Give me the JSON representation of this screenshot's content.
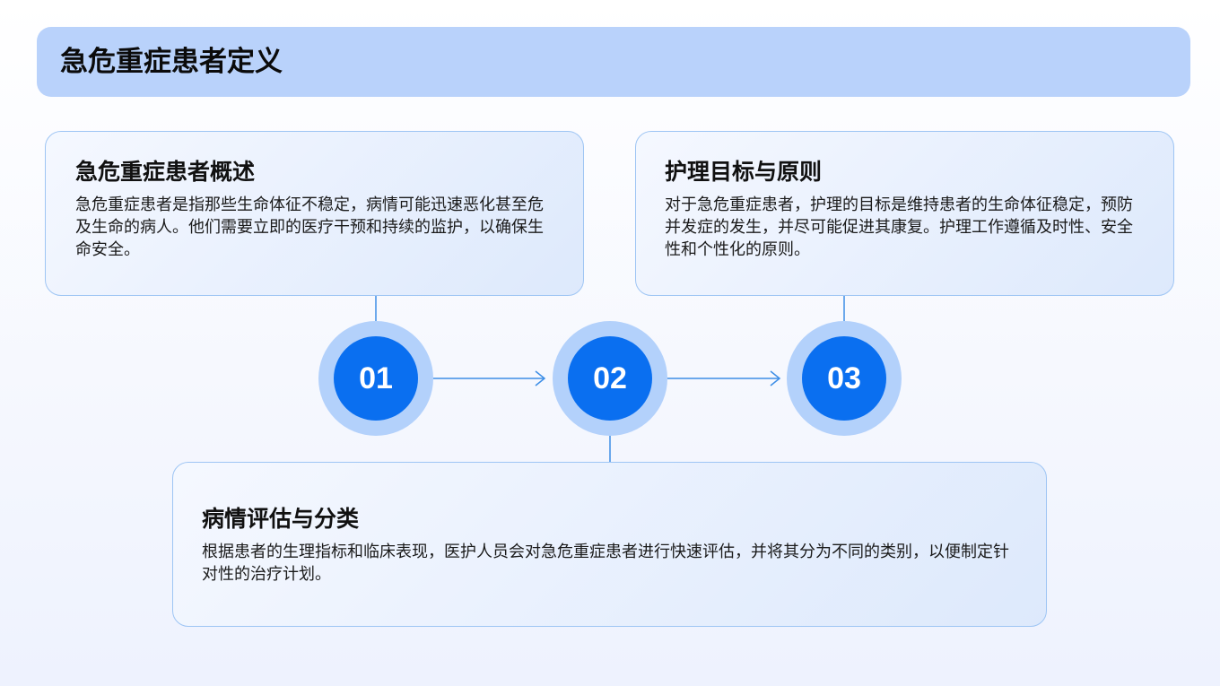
{
  "header": {
    "title": "急危重症患者定义"
  },
  "cards": [
    {
      "title": "急危重症患者概述",
      "body": "急危重症患者是指那些生命体征不稳定，病情可能迅速恶化甚至危及生命的病人。他们需要立即的医疗干预和持续的监护，以确保生命安全。"
    },
    {
      "title": "护理目标与原则",
      "body": "对于急危重症患者，护理的目标是维持患者的生命体征稳定，预防并发症的发生，并尽可能促进其康复。护理工作遵循及时性、安全性和个性化的原则。"
    },
    {
      "title": "病情评估与分类",
      "body": "根据患者的生理指标和临床表现，医护人员会对急危重症患者进行快速评估，并将其分为不同的类别，以便制定针对性的治疗计划。"
    }
  ],
  "steps": [
    "01",
    "02",
    "03"
  ],
  "colors": {
    "accent": "#0a6ff0",
    "ring": "#b3d1fb",
    "header_bg": "#b9d2fb",
    "card_border": "#9ec5f4"
  }
}
